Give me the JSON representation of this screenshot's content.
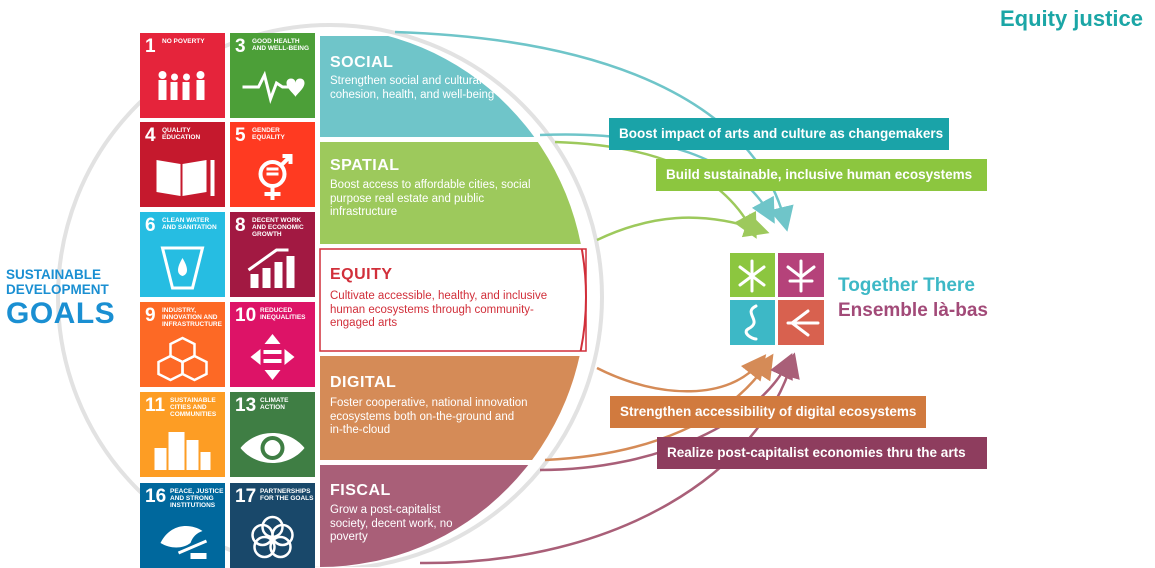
{
  "page": {
    "title": "Equity justice",
    "colors": {
      "title": "#1ba6a6"
    }
  },
  "sdg": {
    "title_line1": "SUSTAINABLE",
    "title_line2": "DEVELOPMENT",
    "goals_word": "GOALS",
    "tiles": [
      {
        "num": "1",
        "label": "NO POVERTY",
        "color": "#e5243b",
        "icon": "family-icon"
      },
      {
        "num": "3",
        "label": "GOOD HEALTH AND WELL-BEING",
        "color": "#4c9f38",
        "icon": "heartbeat-icon"
      },
      {
        "num": "4",
        "label": "QUALITY EDUCATION",
        "color": "#c5192d",
        "icon": "book-icon"
      },
      {
        "num": "5",
        "label": "GENDER EQUALITY",
        "color": "#ff3a21",
        "icon": "gender-icon"
      },
      {
        "num": "6",
        "label": "CLEAN WATER AND SANITATION",
        "color": "#26bde2",
        "icon": "water-icon"
      },
      {
        "num": "8",
        "label": "DECENT WORK AND ECONOMIC GROWTH",
        "color": "#a21942",
        "icon": "growth-chart-icon"
      },
      {
        "num": "9",
        "label": "INDUSTRY, INNOVATION AND INFRASTRUCTURE",
        "color": "#fd6925",
        "icon": "cubes-icon"
      },
      {
        "num": "10",
        "label": "REDUCED INEQUALITIES",
        "color": "#dd1367",
        "icon": "equality-icon"
      },
      {
        "num": "11",
        "label": "SUSTAINABLE CITIES AND COMMUNITIES",
        "color": "#fd9d24",
        "icon": "city-icon"
      },
      {
        "num": "13",
        "label": "CLIMATE ACTION",
        "color": "#3f7e44",
        "icon": "eye-globe-icon"
      },
      {
        "num": "16",
        "label": "PEACE, JUSTICE AND STRONG INSTITUTIONS",
        "color": "#00689d",
        "icon": "dove-icon"
      },
      {
        "num": "17",
        "label": "PARTNERSHIPS FOR THE GOALS",
        "color": "#19486a",
        "icon": "rings-icon"
      }
    ]
  },
  "segments": [
    {
      "title": "SOCIAL",
      "desc": "Strengthen social and cultural cohesion, health, and well-being",
      "color": "#6fc5c9"
    },
    {
      "title": "SPATIAL",
      "desc": "Boost access to affordable cities, social purpose real estate and public infrastructure",
      "color": "#9dc95c"
    },
    {
      "title": "EQUITY",
      "desc": "Cultivate accessible, healthy, and inclusive human ecosystems through community-engaged arts",
      "color": "#d12f3a"
    },
    {
      "title": "DIGITAL",
      "desc": "Foster cooperative, national innovation ecosystems both on-the-ground and in-the-cloud",
      "color": "#d58b57"
    },
    {
      "title": "FISCAL",
      "desc": "Grow a post-capitalist society, decent work, no poverty",
      "color": "#a95f78"
    }
  ],
  "banners": [
    {
      "text": "Boost impact of arts and culture as changemakers",
      "color": "#1aa3a8"
    },
    {
      "text": "Build sustainable, inclusive human ecosystems",
      "color": "#8cc63f"
    },
    {
      "text": "Strengthen accessibility of digital ecosystems",
      "color": "#d17a3e"
    },
    {
      "text": "Realize post-capitalist economies thru the arts",
      "color": "#8e3d5e"
    }
  ],
  "together": {
    "name_en": "Together There",
    "name_fr": "Ensemble là-bas",
    "colors": [
      "#8cc63f",
      "#b5427a",
      "#3db8c6",
      "#d8614f"
    ]
  }
}
